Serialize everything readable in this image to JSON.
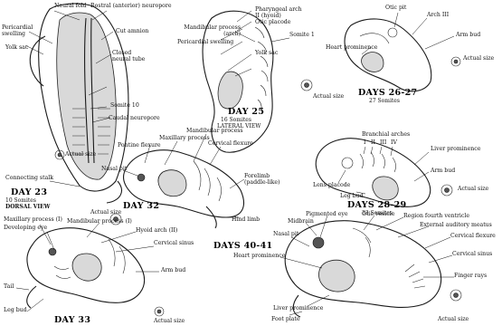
{
  "figure": {
    "d23": {
      "labels": [
        "Neural fold",
        "Rostral (anterior) neuropore",
        "Pericardial swelling",
        "Yolk sac",
        "Cut amnion",
        "Closed neural tube",
        "Somite 10",
        "Caudal neuropore",
        "Connecting stalk"
      ],
      "day": "DAY 23",
      "somites": "10 Somites",
      "view": "DORSAL VIEW",
      "actual": "Actual size"
    },
    "d25": {
      "labels": [
        "Pharyngeal arch II (hyoid)",
        "Otic placode",
        "Mandibular process (arch)",
        "Pericardial swelling",
        "Somite 1",
        "Yolk sac"
      ],
      "day": "DAY 25",
      "somites": "16 Somites",
      "view": "LATERAL VIEW",
      "actual": "Actual size"
    },
    "d26": {
      "labels": [
        "Otic pit",
        "Arch III",
        "Heart prominence",
        "Arm bud",
        "Actual size"
      ],
      "day": "DAYS 26-27",
      "somites": "27 Somites"
    },
    "d28": {
      "labels": [
        "Branchial arches",
        "I",
        "II",
        "III",
        "IV",
        "Liver prominence",
        "Arm bud",
        "Lens placode",
        "Leg bud",
        "Actual size"
      ],
      "day": "DAYS 28-29",
      "somites": "33 Somites"
    },
    "d32": {
      "labels": [
        "Mandibular process",
        "Maxillary process",
        "Pontine flexure",
        "Cervical flexure",
        "Nasal pit",
        "Forelimb (paddle-like)",
        "Hind limb"
      ],
      "day": "DAY 32"
    },
    "d33": {
      "labels": [
        "Actual size",
        "Maxillary process (I)",
        "Developing eye",
        "Mandibular process (I)",
        "Hyoid arch (II)",
        "Cervical sinus",
        "Arm bud",
        "Tail",
        "Leg bud",
        "Actual size"
      ],
      "day": "DAY 33"
    },
    "d40": {
      "labels": [
        "Pigmented eye",
        "Otic vesicle",
        "Region fourth ventricle",
        "Midbrain",
        "External auditory meatus",
        "Nasal pit",
        "Cervical flexure",
        "Heart prominence",
        "Cervical sinus",
        "Finger rays",
        "Liver prominence",
        "Foot plate",
        "Actual size"
      ],
      "day": "DAYS 40-41"
    }
  }
}
